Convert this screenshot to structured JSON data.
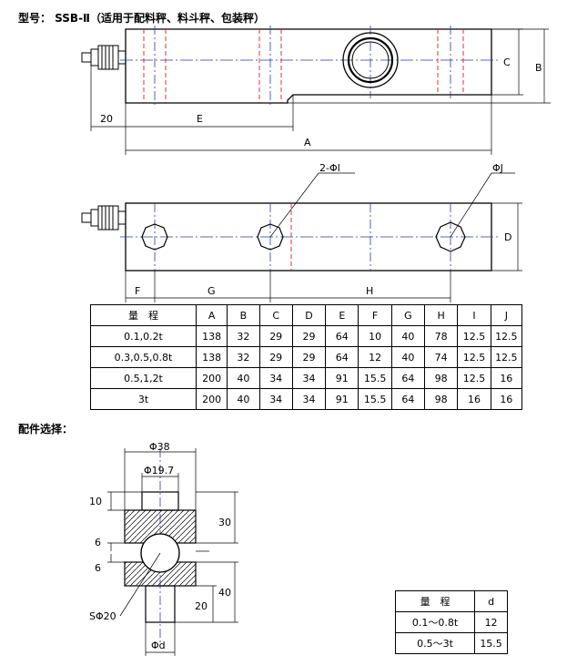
{
  "title": "型号： SSB-Ⅱ（适用于配料秤、料斗秤、包装秤）",
  "section_title": "配件选择：",
  "drawing_side": {
    "labels": {
      "c": "C",
      "b": "B",
      "e": "E",
      "a": "A",
      "offset": "20"
    }
  },
  "drawing_top": {
    "labels": {
      "holes": "2-ΦI",
      "big_hole": "ΦJ",
      "d": "D",
      "f": "F",
      "g": "G",
      "h": "H"
    }
  },
  "spec_table": {
    "headers": [
      "量　程",
      "A",
      "B",
      "C",
      "D",
      "E",
      "F",
      "G",
      "H",
      "I",
      "J"
    ],
    "rows": [
      [
        "0.1,0.2t",
        "138",
        "32",
        "29",
        "29",
        "64",
        "10",
        "40",
        "78",
        "12.5",
        "12.5"
      ],
      [
        "0.3,0.5,0.8t",
        "138",
        "32",
        "29",
        "29",
        "64",
        "12",
        "40",
        "74",
        "12.5",
        "12.5"
      ],
      [
        "0.5,1,2t",
        "200",
        "40",
        "34",
        "34",
        "91",
        "15.5",
        "64",
        "98",
        "12.5",
        "16"
      ],
      [
        "3t",
        "200",
        "40",
        "34",
        "34",
        "91",
        "15.5",
        "64",
        "98",
        "16",
        "16"
      ]
    ]
  },
  "accessory": {
    "labels": {
      "phi38": "Φ38",
      "phi197": "Φ19.7",
      "d10": "10",
      "d30": "30",
      "d6a": "6",
      "d6b": "6",
      "d40": "40",
      "d20": "20",
      "sphi20": "SΦ20",
      "phid": "Φd"
    }
  },
  "small_table": {
    "headers": [
      "量　程",
      "d"
    ],
    "rows": [
      [
        "0.1～0.8t",
        "12"
      ],
      [
        "0.5～3t",
        "15.5"
      ]
    ]
  },
  "colors": {
    "line": "#000000",
    "centerline": "#2a3a9c",
    "hidden": "#d42020"
  }
}
